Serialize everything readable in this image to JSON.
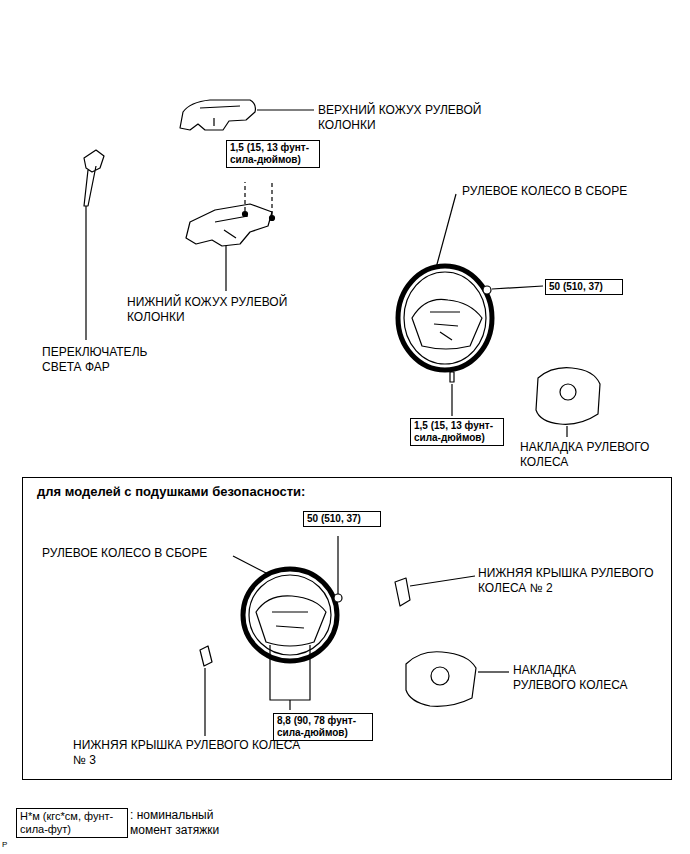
{
  "diagram": {
    "nodes": [
      {
        "text": [
          "1,5 (15, 13 фунт-сила-дюймов)"
        ]
      },
      {
        "text": [
          "50 (510, 37)"
        ]
      },
      {
        "text": [
          "1,5 (15, 13 фунт-сила-дюймов)"
        ]
      },
      {
        "text": [
          "для моделей с подушками безопасности:"
        ]
      },
      {
        "text": [
          "50 (510, 37)"
        ],
        "in": 3
      },
      {
        "text": [
          "8,8 (90, 78 фунт-сила-дюймов)"
        ],
        "in": 3
      },
      {
        "text": [
          "Н*м (кгс*см, фунт-сила-фут)"
        ]
      }
    ],
    "labels": [
      "ВЕРХНИЙ КОЖУХ РУЛЕВОЙ КОЛОНКИ",
      "РУЛЕВОЕ КОЛЕСО В СБОРЕ",
      "НИЖНИЙ КОЖУХ РУЛЕВОЙ КОЛОНКИ",
      "ПЕРЕКЛЮЧАТЕЛЬ СВЕТА ФАР",
      "НАКЛАДКА РУЛЕВОГО КОЛЕСА",
      "РУЛЕВОЕ КОЛЕСО В СБОРЕ",
      "НИЖНЯЯ КРЫШКА РУЛЕВОГО КОЛЕСА № 2",
      "НАКЛАДКА РУЛЕВОГО КОЛЕСА",
      "НИЖНЯЯ КРЫШКА РУЛЕВОГО КОЛЕСА № 3",
      ": номинальный момент затяжки",
      "P"
    ]
  }
}
